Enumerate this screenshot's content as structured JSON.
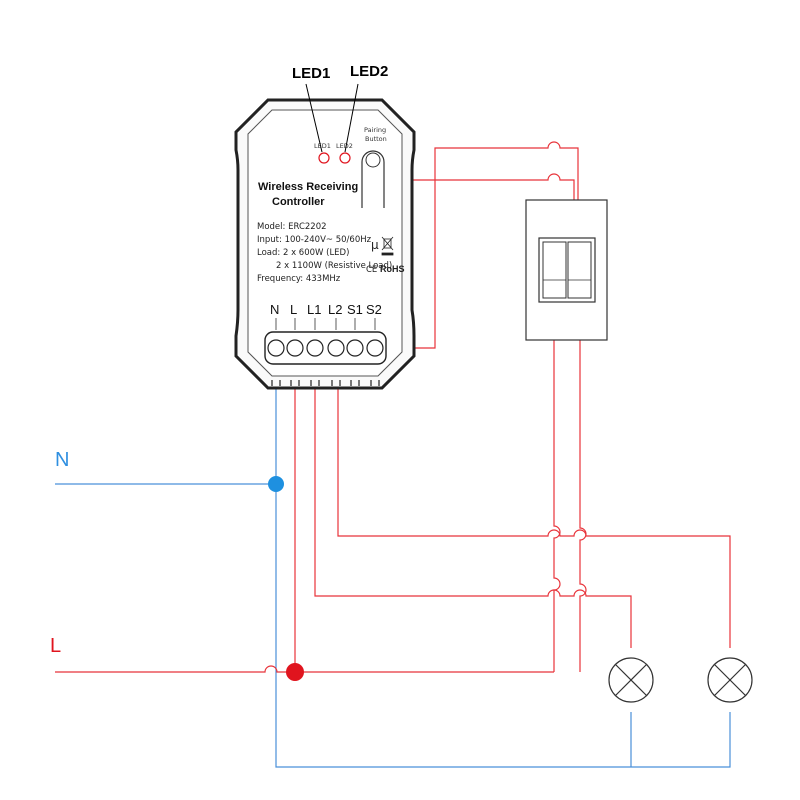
{
  "callouts": {
    "led1": "LED1",
    "led2": "LED2"
  },
  "device": {
    "led1_small": "LED1",
    "led2_small": "LED2",
    "pairing_line1": "Pairing",
    "pairing_line2": "Button",
    "title_line1": "Wireless Receiving",
    "title_line2": "Controller",
    "model": "Model: ERC2202",
    "input": "Input: 100-240V~ 50/60Hz",
    "load1": "Load: 2 x 600W (LED)",
    "load2": "2 x 1100W (Resistive Load)",
    "frequency": "Frequency: 433MHz",
    "mark_mu": "μ",
    "mark_ce": "CE",
    "mark_rohs": "RoHS",
    "terminals": [
      "N",
      "L",
      "L1",
      "L2",
      "S1",
      "S2"
    ]
  },
  "lines": {
    "neutral": "N",
    "live": "L"
  },
  "colors": {
    "neutral": "#4a90d9",
    "live": "#e8333a",
    "neutral_dot": "#1e90e0",
    "live_dot": "#e0141e",
    "outline": "#333333"
  }
}
